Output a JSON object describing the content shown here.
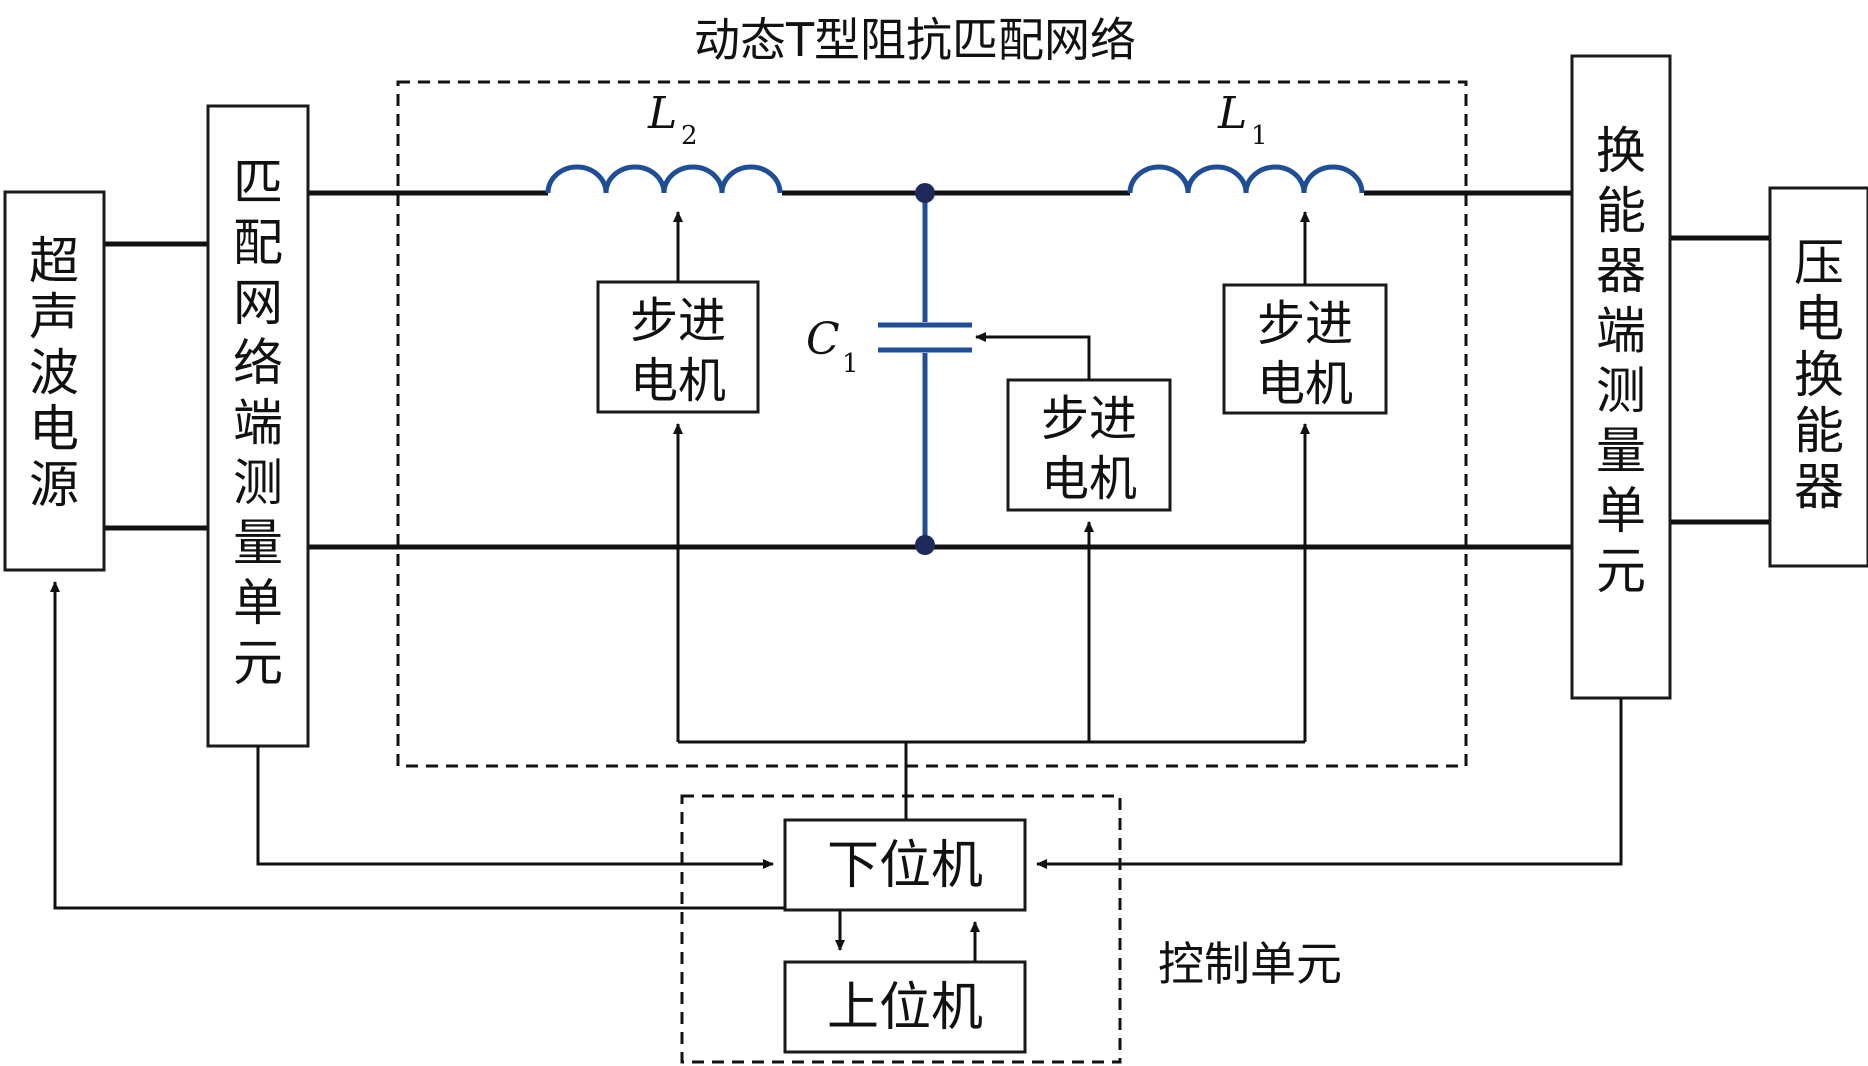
{
  "title": "动态T型阻抗匹配网络",
  "left_source": "超声波电源",
  "left_measure": "匹配网络端测量单元",
  "right_measure": "换能器端测量单元",
  "right_transducer": "压电换能器",
  "inductor_L2": {
    "letter": "L",
    "sub": "2"
  },
  "inductor_L1": {
    "letter": "L",
    "sub": "1"
  },
  "capacitor_C1": {
    "letter": "C",
    "sub": "1"
  },
  "motor": {
    "line1": "步进",
    "line2": "电机"
  },
  "lower_computer": "下位机",
  "upper_computer": "上位机",
  "control_unit": "控制单元",
  "colors": {
    "component_blue": "#1f4e96",
    "line": "#111111"
  }
}
